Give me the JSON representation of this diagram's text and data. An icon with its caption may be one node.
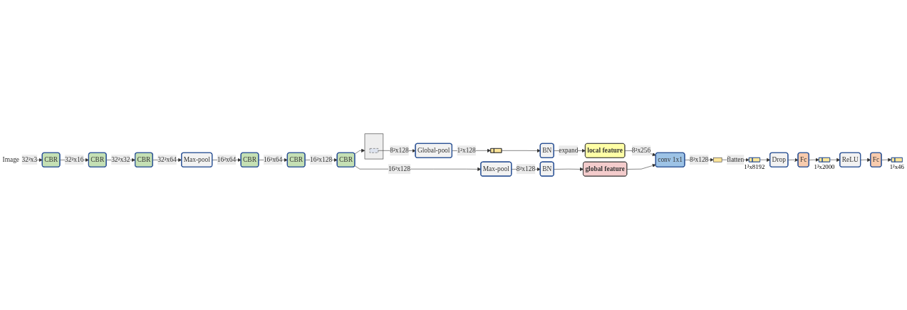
{
  "diagram": {
    "nodes": [
      {
        "text": [
          "Image"
        ]
      },
      {
        "text": [
          "CBR"
        ]
      },
      {
        "text": [
          "CBR"
        ]
      },
      {
        "text": [
          "CBR"
        ]
      },
      {
        "text": [
          "Max-pool"
        ]
      },
      {
        "text": [
          "CBR"
        ]
      },
      {
        "text": [
          "CBR"
        ]
      },
      {
        "text": [
          "CBR"
        ]
      },
      {
        "text": [
          "Max-pool"
        ]
      },
      {
        "text": [
          "BN"
        ]
      },
      {
        "text": [],
        "shape": "box"
      },
      {
        "text": [],
        "shape": "box",
        "in": 10
      },
      {
        "text": [
          "Global-pool"
        ]
      },
      {
        "text": [],
        "shape": "bar"
      },
      {
        "text": [
          "BN"
        ]
      },
      {
        "text": [
          "local feature"
        ]
      },
      {
        "text": [
          "global feature"
        ]
      },
      {
        "text": [
          "conv 1x1"
        ]
      },
      {
        "text": [],
        "shape": "box"
      },
      {
        "text": [],
        "shape": "bar",
        "beside": [
          "1²x8192"
        ]
      },
      {
        "text": [
          "Drop"
        ]
      },
      {
        "text": [
          "Fc"
        ]
      },
      {
        "text": [],
        "shape": "bar",
        "beside": [
          "1²x2000"
        ]
      },
      {
        "text": [
          "ReLU"
        ]
      },
      {
        "text": [
          "Fc"
        ]
      },
      {
        "text": [],
        "shape": "bar",
        "beside": [
          "1²x46"
        ]
      }
    ],
    "edges": [
      {
        "from": 0,
        "to": 1,
        "arrow": "to",
        "label": "32²x3"
      },
      {
        "from": 1,
        "to": 2,
        "arrow": "to",
        "label": "32²x16"
      },
      {
        "from": 2,
        "to": 3,
        "arrow": "to",
        "label": "32²x32"
      },
      {
        "from": 3,
        "to": 4,
        "arrow": "to",
        "label": "32²x64"
      },
      {
        "from": 4,
        "to": 5,
        "arrow": "to",
        "label": "16²x64"
      },
      {
        "from": 5,
        "to": 6,
        "arrow": "to",
        "label": "16²x64"
      },
      {
        "from": 6,
        "to": 7,
        "arrow": "to",
        "label": "16²x128"
      },
      {
        "from": 7,
        "to": 8,
        "arrow": "to",
        "label": "16²x128"
      },
      {
        "from": 7,
        "to": 10,
        "arrow": "to"
      },
      {
        "from": 8,
        "to": 9,
        "arrow": "to",
        "label": "8²x128"
      },
      {
        "from": 9,
        "to": 16,
        "arrow": "to"
      },
      {
        "from": 11,
        "to": 12,
        "arrow": "to",
        "label": "8²x128"
      },
      {
        "from": 12,
        "to": 13,
        "arrow": "to",
        "label": "1²x128"
      },
      {
        "from": 13,
        "to": 14,
        "arrow": "to"
      },
      {
        "from": 14,
        "to": 15,
        "arrow": "to",
        "label": "expand"
      },
      {
        "from": 15,
        "to": 17,
        "arrow": "to",
        "label": "8²x256"
      },
      {
        "from": 16,
        "to": 17,
        "arrow": "to"
      },
      {
        "from": 17,
        "to": 18,
        "arrow": "to",
        "label": "8²x128"
      },
      {
        "from": 18,
        "to": 19,
        "arrow": "to",
        "label": "flatten"
      },
      {
        "from": 19,
        "to": 20,
        "arrow": "to"
      },
      {
        "from": 20,
        "to": 21,
        "arrow": "to"
      },
      {
        "from": 21,
        "to": 22,
        "arrow": "to"
      },
      {
        "from": 22,
        "to": 23,
        "arrow": "to"
      },
      {
        "from": 23,
        "to": 24,
        "arrow": "to"
      },
      {
        "from": 24,
        "to": 25,
        "arrow": "to"
      }
    ]
  }
}
